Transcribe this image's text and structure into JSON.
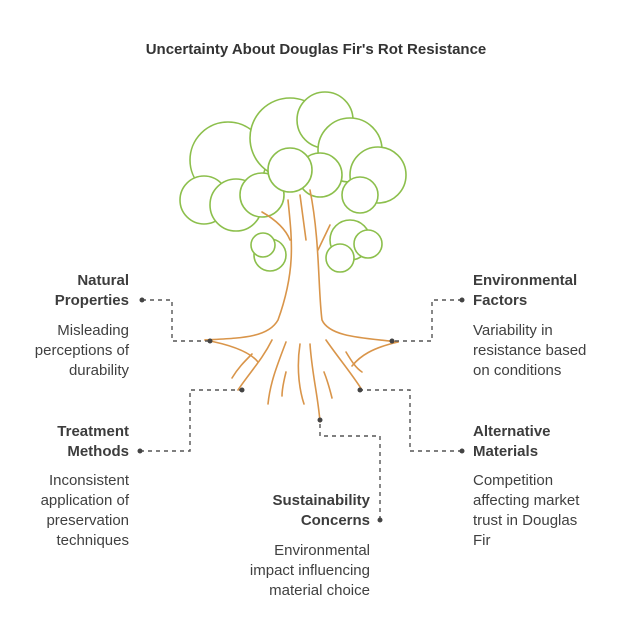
{
  "title": "Uncertainty About Douglas Fir's Rot Resistance",
  "items": [
    {
      "id": "natural-properties",
      "heading_lines": [
        "Natural",
        "Properties"
      ],
      "desc_lines": [
        "Misleading",
        "perceptions of",
        "durability"
      ]
    },
    {
      "id": "environmental-factors",
      "heading_lines": [
        "Environmental",
        "Factors"
      ],
      "desc_lines": [
        "Variability in",
        "resistance based",
        "on conditions"
      ]
    },
    {
      "id": "treatment-methods",
      "heading_lines": [
        "Treatment",
        "Methods"
      ],
      "desc_lines": [
        "Inconsistent",
        "application of",
        "preservation",
        "techniques"
      ]
    },
    {
      "id": "alternative-materials",
      "heading_lines": [
        "Alternative",
        "Materials"
      ],
      "desc_lines": [
        "Competition",
        "affecting market",
        "trust in Douglas",
        "Fir"
      ]
    },
    {
      "id": "sustainability-concerns",
      "heading_lines": [
        "Sustainability",
        "Concerns"
      ],
      "desc_lines": [
        "Environmental",
        "impact influencing",
        "material choice"
      ]
    }
  ],
  "colors": {
    "foliage": "#8cbf4c",
    "trunk": "#d9954a",
    "connector": "#555555",
    "text": "#3d3d3d"
  }
}
